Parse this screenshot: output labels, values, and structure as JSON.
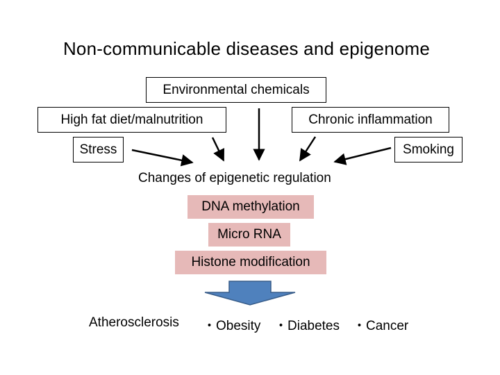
{
  "title": "Non-communicable diseases and epigenome",
  "factors": {
    "environmental_chemicals": "Environmental chemicals",
    "high_fat_diet": "High fat diet/malnutrition",
    "chronic_inflammation": "Chronic inflammation",
    "stress": "Stress",
    "smoking": "Smoking"
  },
  "center_label": "Changes of epigenetic regulation",
  "mechanisms": [
    "DNA methylation",
    "Micro RNA",
    "Histone modification"
  ],
  "outcomes": [
    "Atherosclerosis",
    "・Obesity",
    "・Diabetes",
    "・Cancer"
  ],
  "colors": {
    "mechanism_fill": "#e6b9b8",
    "block_arrow_fill": "#4f81bd",
    "block_arrow_stroke": "#385d8a"
  }
}
